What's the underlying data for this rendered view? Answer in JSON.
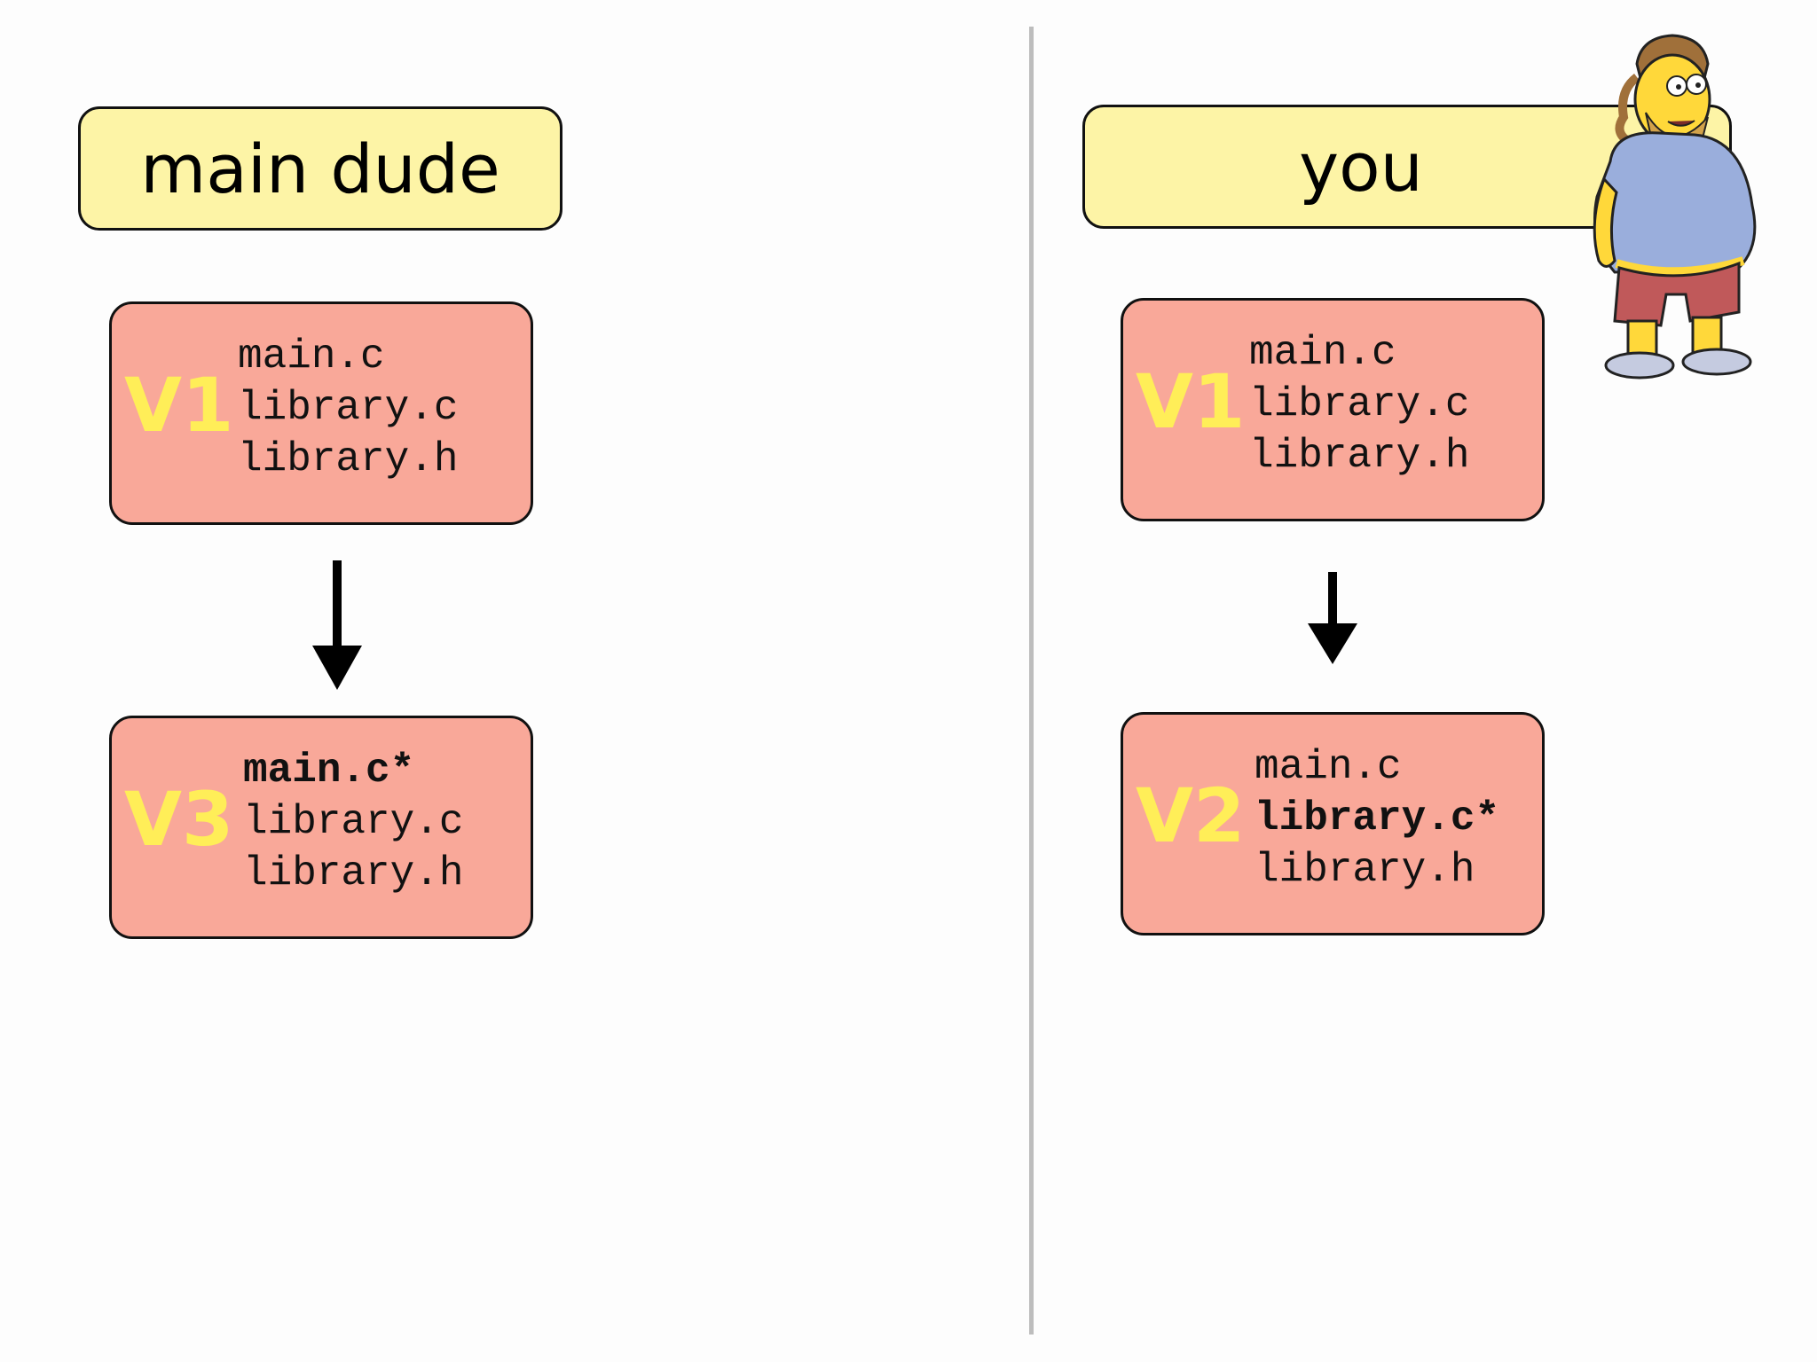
{
  "left": {
    "header": "main dude",
    "top_card": {
      "version": "V1",
      "files": [
        "main.c",
        "library.c",
        "library.h"
      ],
      "bold_index": -1
    },
    "bottom_card": {
      "version": "V3",
      "files": [
        "main.c*",
        "library.c",
        "library.h"
      ],
      "bold_index": 0
    }
  },
  "right": {
    "header": "you",
    "top_card": {
      "version": "V1",
      "files": [
        "main.c",
        "library.c",
        "library.h"
      ],
      "bold_index": -1
    },
    "bottom_card": {
      "version": "V2",
      "files": [
        "main.c",
        "library.c*",
        "library.h"
      ],
      "bold_index": 1
    }
  },
  "colors": {
    "header_fill": "#fdf4a6",
    "card_fill": "#f9a899",
    "version_text": "#ffee58",
    "divider": "#bdbdbd"
  },
  "icons": [
    "down-arrow-icon",
    "comic-book-guy-character"
  ]
}
